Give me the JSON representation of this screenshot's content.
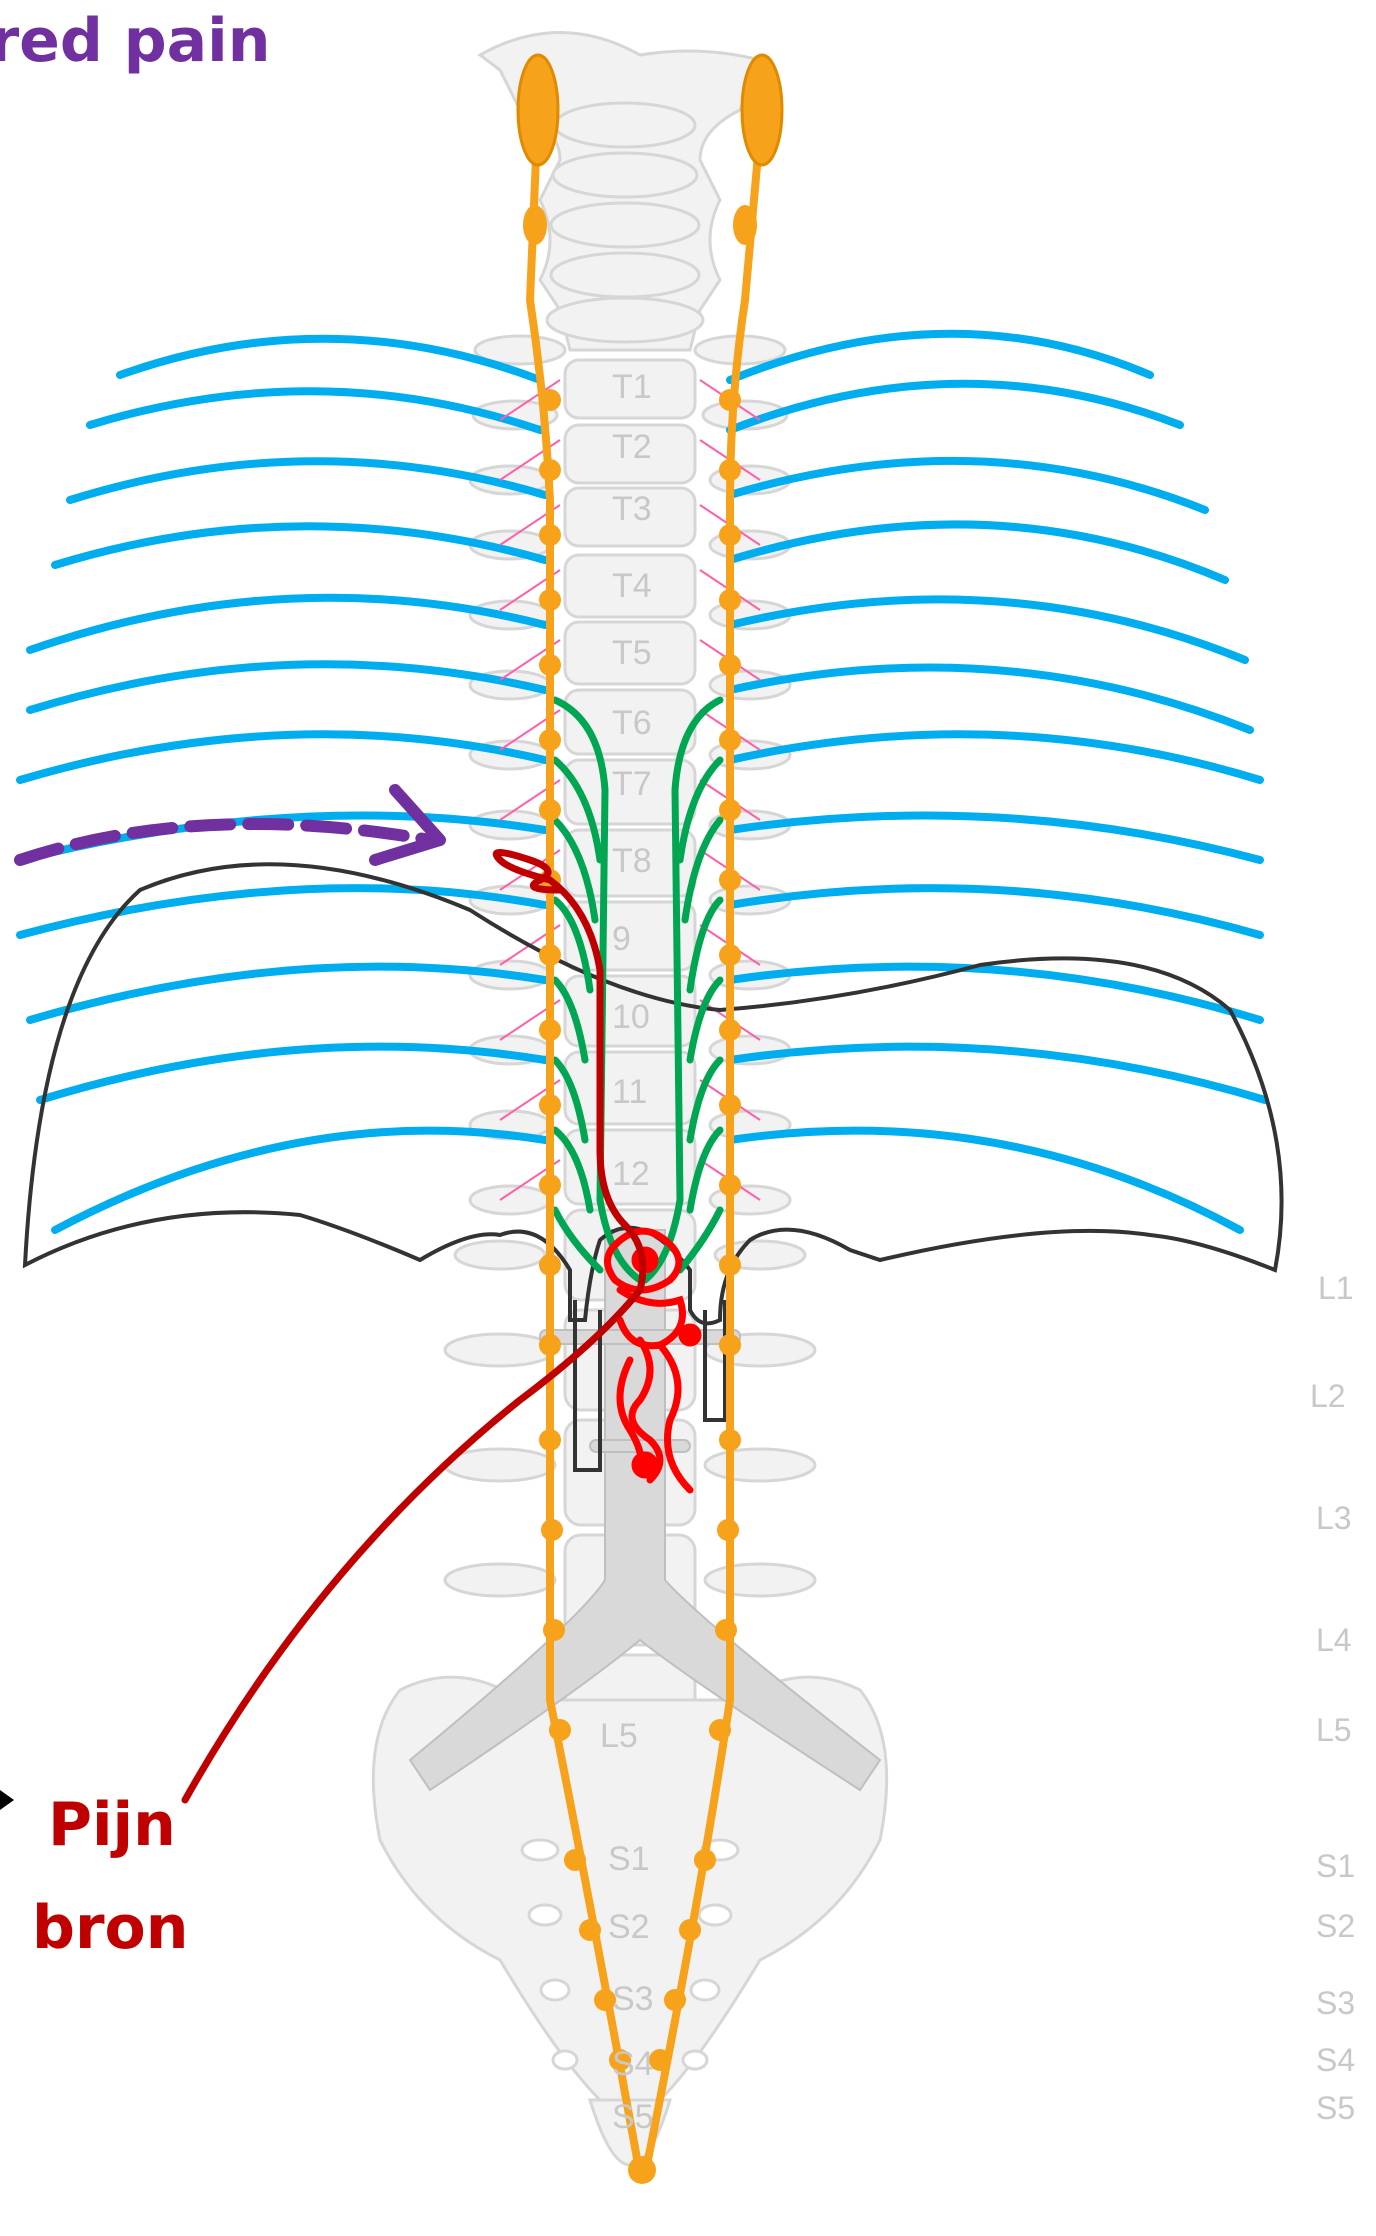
{
  "title": "rred pain",
  "source_label": [
    "Pijn",
    "bron"
  ],
  "vertebra_labels": [
    "T1",
    "T2",
    "T3",
    "T4",
    "T5",
    "T6",
    "T7",
    "T8",
    "9",
    "10",
    "11",
    "12",
    "L5",
    "S1",
    "S2",
    "S3",
    "S4",
    "S5"
  ],
  "side_labels": [
    "L1",
    "L2",
    "L3",
    "L4",
    "L5",
    "S1",
    "S2",
    "S3",
    "S4",
    "S5"
  ],
  "colors": {
    "title": "#7030a0",
    "source": "#c00000",
    "rib_nerves": "#00aeef",
    "sympathetic_chain": "#f7a21b",
    "splanchnic_nerves": "#00a651",
    "plexus": "#ff0000",
    "referral_arrow": "#7030a0",
    "diaphragm_outline": "#333333",
    "bone": "#f0f0f0",
    "label_gray": "#c8c8c8"
  }
}
